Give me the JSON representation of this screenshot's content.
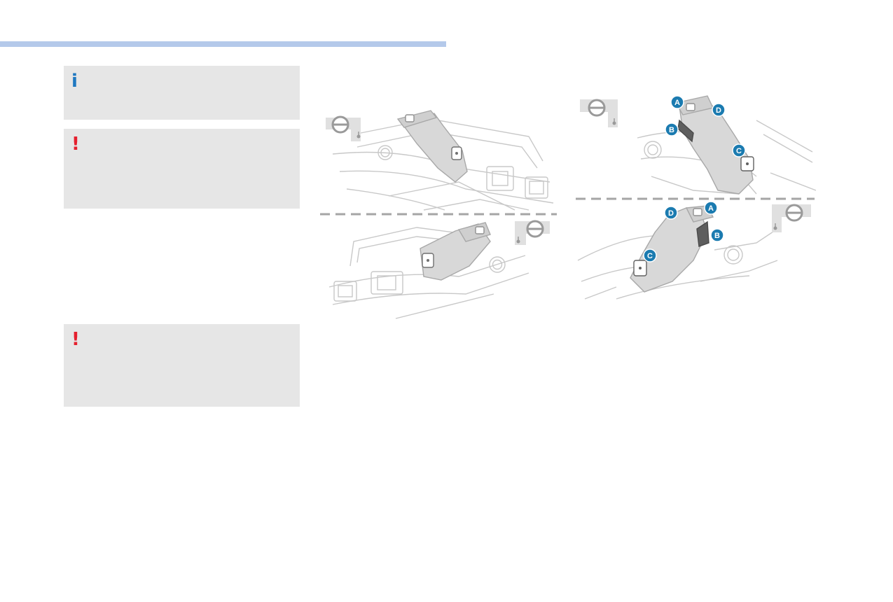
{
  "colors": {
    "top_rule": "#b4c9ea",
    "box_background": "#e6e6e6",
    "info_icon": "#1f78c1",
    "warning_icon": "#e5202e",
    "callout": "#1b7bb0",
    "line_art": "#c8c8c8",
    "lever": "#d8d8d8"
  },
  "info_box": {
    "icon": "info-icon",
    "glyph": "i"
  },
  "warning_box_1": {
    "icon": "warning-icon",
    "glyph": "!"
  },
  "warning_box_2": {
    "icon": "warning-icon",
    "glyph": "!"
  },
  "illustrations": {
    "left_top": {
      "icon": "steering-wheel-left-hand-drive-icon"
    },
    "left_bottom": {
      "icon": "steering-wheel-right-hand-drive-icon"
    },
    "right_top": {
      "icon": "steering-wheel-left-hand-drive-icon",
      "callouts": [
        "A",
        "B",
        "C",
        "D"
      ]
    },
    "right_bottom": {
      "icon": "steering-wheel-right-hand-drive-icon",
      "callouts": [
        "A",
        "B",
        "C",
        "D"
      ]
    }
  }
}
